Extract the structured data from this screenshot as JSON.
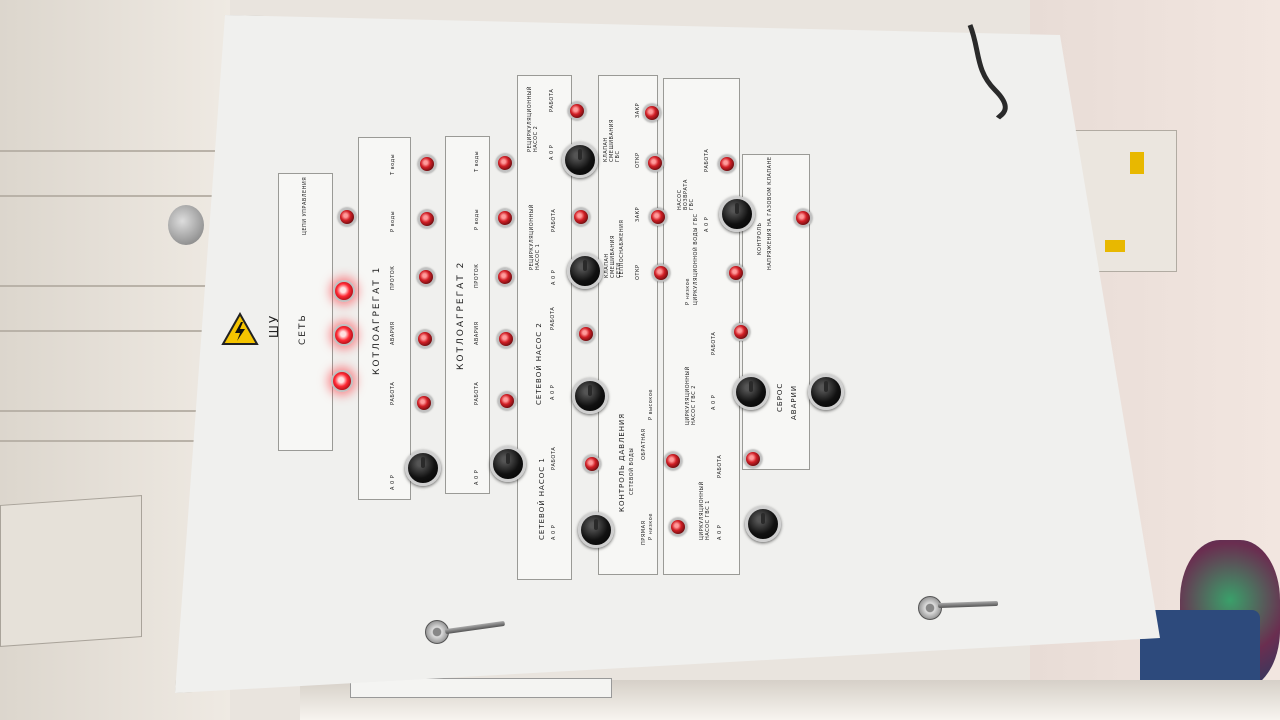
{
  "panel": {
    "id_label": "ШУ",
    "section_power": {
      "title": "СЕТЬ",
      "sub": "ЦЕПИ УПРАВЛЕНИЯ"
    },
    "boiler1": {
      "title": "КОТЛОАГРЕГАТ 1",
      "row1": "АВАРИЯ",
      "row2": "ПРОТОК",
      "row3": "Р воды",
      "row4": "Т воды",
      "work": "РАБОТА",
      "mode": "А 0 Р"
    },
    "boiler2": {
      "title": "КОТЛОАГРЕГАТ 2",
      "row1": "АВАРИЯ",
      "row2": "ПРОТОК",
      "row3": "Р воды",
      "row4": "Т воды",
      "work": "РАБОТА",
      "mode": "А 0 Р"
    },
    "net_pump1": {
      "title": "СЕТЕВОЙ НАСОС 1",
      "work": "РАБОТА",
      "mode": "А 0 Р"
    },
    "net_pump2": {
      "title": "СЕТЕВОЙ НАСОС 2",
      "work": "РАБОТА",
      "mode": "А 0 Р"
    },
    "recirc_pump1": {
      "title": "РЕЦИРКУЛЯЦИОННЫЙ НАСОС 1",
      "work": "РАБОТА",
      "mode": "А 0 Р"
    },
    "recirc_pump2": {
      "title": "РЕЦИРКУЛЯЦИОННЫЙ НАСОС 2",
      "work": "РАБОТА",
      "mode": "А 0 Р"
    },
    "pressure_ctrl": {
      "title": "КОНТРОЛЬ ДАВЛЕНИЯ",
      "sub": "СЕТЕВОЙ ВОДЫ",
      "direct": "ПРЯМАЯ",
      "return": "ОБРАТНАЯ",
      "p_low": "Р низкое",
      "p_high": "Р высокое"
    },
    "valve_heat": {
      "title": "КЛАПАН СМЕШИВАНИЯ СЕТИ",
      "sub": "ТЕПЛОСНАБЖЕНИЯ",
      "open": "ОТКР",
      "close": "ЗАКР"
    },
    "valve_hws": {
      "title": "КЛАПАН СМЕШИВАНИЯ ГВС",
      "open": "ОТКР",
      "close": "ЗАКР"
    },
    "hws_pump1": {
      "title": "ЦИРКУЛЯЦИОННЫЙ НАСОС ГВС 1",
      "work": "РАБОТА",
      "mode": "А 0 Р"
    },
    "hws_pump2": {
      "title": "ЦИРКУЛЯЦИОННЫЙ НАСОС ГВС 2",
      "work": "РАБОТА",
      "mode": "А 0 Р"
    },
    "circ_water": {
      "title": "Р низкое",
      "sub": "ЦИРКУЛЯЦИОННОЙ ВОДЫ ГВС"
    },
    "return_pump": {
      "title": "НАСОС ВОЗВРАТА ГВС",
      "work": "РАБОТА",
      "mode": "А 0 Р"
    },
    "gas_ctrl": {
      "title": "КОНТРОЛЬ",
      "sub": "НАПРЯЖЕНИЯ НА ГАЗОВОМ КЛАПАНЕ"
    },
    "reset": {
      "title": "СБРОС",
      "sub": "АВАРИИ"
    }
  },
  "colors": {
    "lamp": "#d21f26",
    "panel": "#f0f0ee",
    "warning": "#f5c400"
  },
  "icons": {
    "warning": "high-voltage-icon"
  }
}
